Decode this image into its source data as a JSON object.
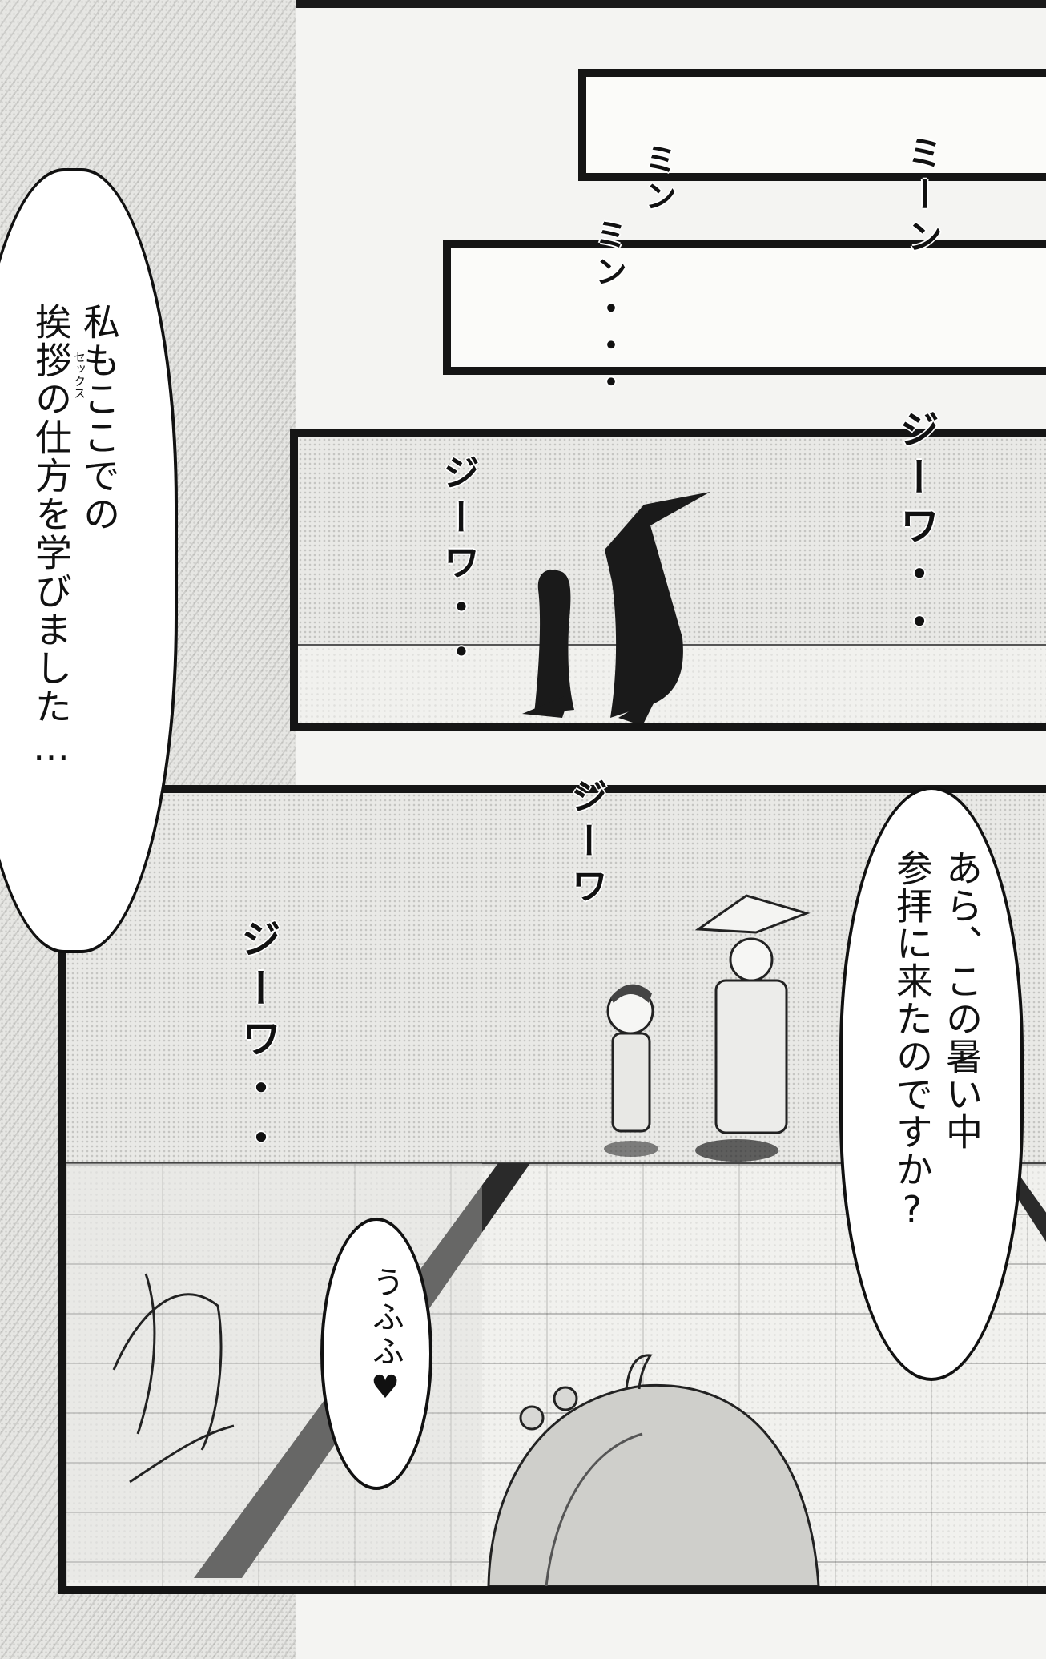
{
  "balloons": {
    "left": "私もここでの\n挨拶の仕方を学びました…",
    "left_ruby": "セックス",
    "right": "あら、この暑い中\n参拝に来たのですか?",
    "small": "うふふ♥"
  },
  "sfx": {
    "s1": "ミーン",
    "s2": "ミン",
    "s3": "ミン・・・",
    "s4": "ジーワ・・",
    "s5": "ジーワ・・",
    "s6": "ジーワ",
    "s7": "ジーワ・・"
  },
  "colors": {
    "ink": "#111111",
    "paper": "#fbfbf9",
    "tone": "#e9e9e6"
  }
}
